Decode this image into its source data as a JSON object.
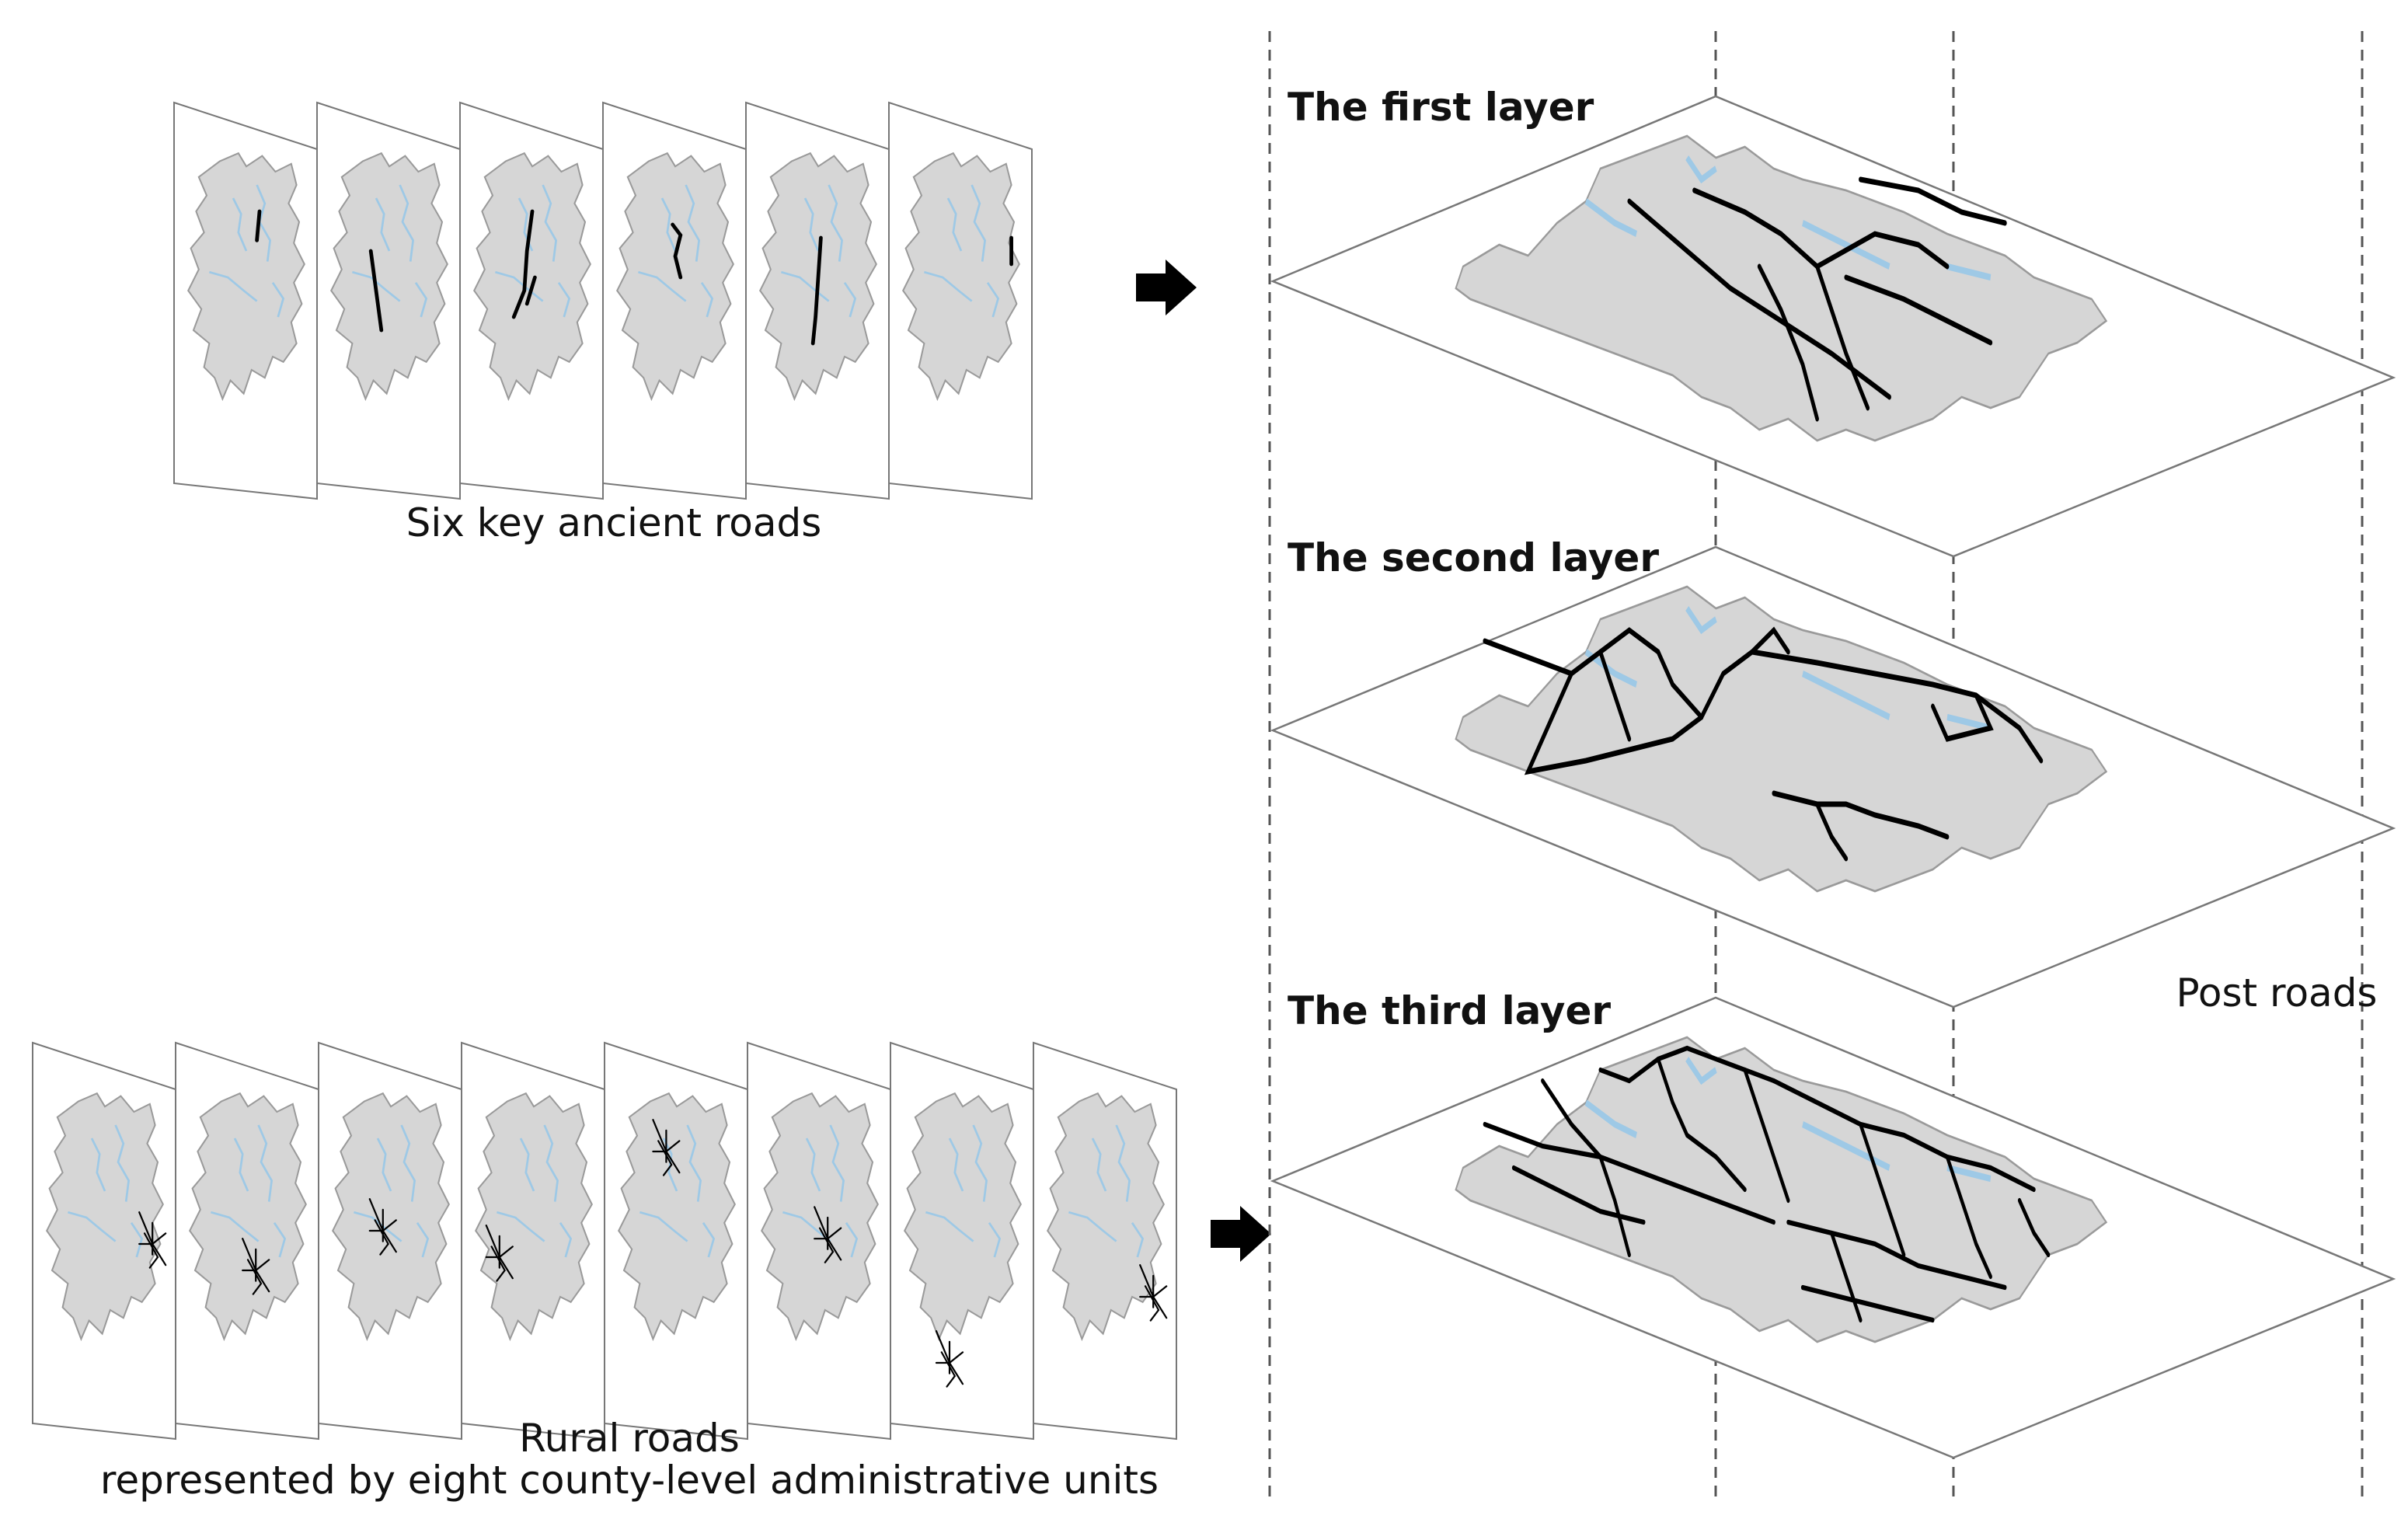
{
  "captions": {
    "ancient": "Six key ancient roads",
    "rural_line1": "Rural roads",
    "rural_line2": "represented by eight county-level administrative units"
  },
  "layers": [
    {
      "title": "The first layer"
    },
    {
      "title": "The second layer"
    },
    {
      "title": "The third layer"
    }
  ],
  "post_roads_label": "Post roads",
  "colors": {
    "terrain": "#d6d6d6",
    "terrain_edge": "#9a9a9a",
    "water": "#9ec9e6",
    "road": "#000000",
    "panel_edge": "#777777",
    "guide_line": "#555555"
  }
}
